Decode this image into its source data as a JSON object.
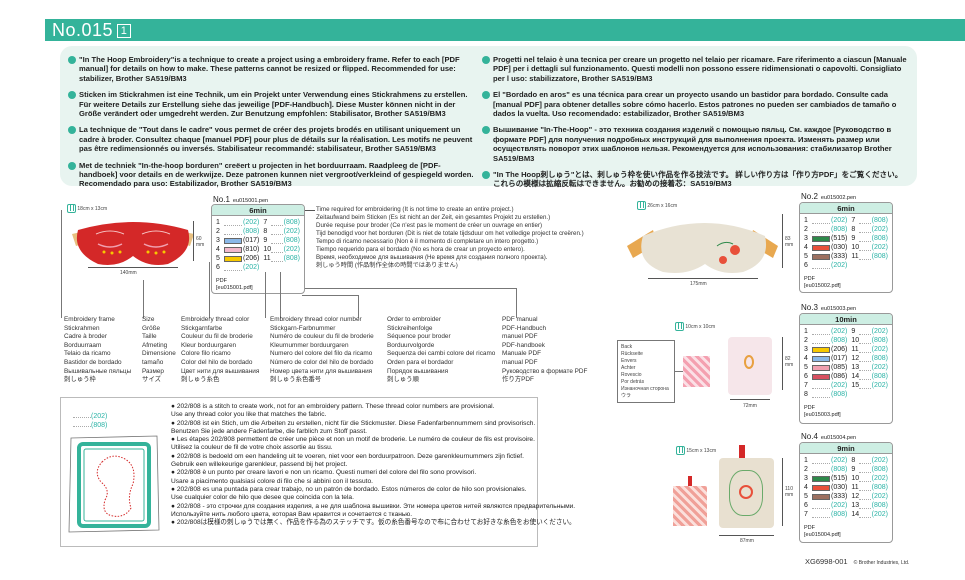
{
  "header": {
    "title": "No.015",
    "page_badge": "1"
  },
  "intro": {
    "left": [
      "\"In The Hoop Embroidery\"is a technique to create a project using a embroidery frame. Refer to each [PDF manual] for details on how to make. These patterns cannot be resized or flipped. Recommended for use: stabilizer, Brother SA519/BM3",
      "Sticken im Stickrahmen ist eine Technik, um ein Projekt unter Verwendung eines Stickrahmens zu erstellen. Für weitere Details zur Erstellung siehe das jeweilige [PDF-Handbuch]. Diese Muster können nicht in der Größe verändert oder umgedreht werden. Zur Benutzung empfohlen: Stabilisator, Brother SA519/BM3",
      "La technique de \"Tout dans le cadre\" vous permet de créer des projets brodés en utilisant uniquement un cadre à broder. Consultez chaque [manuel PDF] pour plus de détails sur la réalisation. Les motifs ne peuvent pas être redimensionnés ou inversés. Stabilisateur recommandé: stabilisateur, Brother SA519/BM3",
      "Met de techniek \"In-the-hoop borduren\" creëert u projecten in het borduurraam. Raadpleeg de [PDF-handboek] voor details en de werkwijze. Deze patronen kunnen niet vergroot/verkleind of gespiegeld worden. Recomendado para uso: Estabilizador, Brother SA519/BM3"
    ],
    "right": [
      "Progetti nel telaio è una tecnica per creare un progetto nel telaio per ricamare. Fare riferimento a ciascun [Manuale PDF] per i dettagli sul funzionamento. Questi modelli non possono essere ridimensionati o capovolti. Consigliato per l uso: stabilizzatore, Brother SA519/BM3",
      "El \"Bordado en aros\" es una técnica para crear un proyecto usando un bastidor para bordado. Consulte cada [manual PDF] para obtener detalles sobre cómo hacerlo. Estos patrones no pueden ser cambiados de tamaño o dados la vuelta. Uso recomendado: estabilizador, Brother SA519/BM3",
      "Вышивание \"In-The-Hoop\" - это техника создания изделий с помощью пяльц. См. каждое [Руководство в формате PDF] для получения подробных инструкций для выполнения проекта. Изменять размер или осуществлять поворот этих шаблонов нельзя. Рекомендуется для использования: стабилизатор Brother SA519/BM3",
      "\"In The Hoop刺しゅう\"とは、刺しゅう枠を使い作品を作る技法です。 詳しい作り方は「作り方PDF」をご覧ください。 これらの模様は拡縮反転はできません。お勧めの接着芯：SA519/BM3"
    ]
  },
  "designs": [
    {
      "no": "No.1",
      "file": "eu015001.pen",
      "time": "6min",
      "frame": "18cm x 13cm",
      "width": "140mm",
      "height": "60 mm",
      "pdf_label": "PDF",
      "pdf": "[eu015001.pdf]",
      "colors": [
        {
          "n": "1",
          "code": "(202)",
          "teal": true
        },
        {
          "n": "2",
          "code": "(808)",
          "teal": true
        },
        {
          "n": "3",
          "code": "(017)",
          "swatch": "#8ab8e8"
        },
        {
          "n": "4",
          "code": "(810)",
          "swatch": "#f2b8cc"
        },
        {
          "n": "5",
          "code": "(206)",
          "swatch": "#f7c800"
        },
        {
          "n": "6",
          "code": "(202)",
          "teal": true
        },
        {
          "n": "7",
          "code": "(808)",
          "teal": true
        },
        {
          "n": "8",
          "code": "(202)",
          "teal": true
        },
        {
          "n": "9",
          "code": "(808)",
          "teal": true
        },
        {
          "n": "10",
          "code": "(202)",
          "teal": true
        },
        {
          "n": "11",
          "code": "(808)",
          "teal": true
        }
      ]
    },
    {
      "no": "No.2",
      "file": "eu015002.pen",
      "time": "6min",
      "frame": "26cm x 16cm",
      "width": "175mm",
      "height": "83 mm",
      "pdf_label": "PDF",
      "pdf": "[eu015002.pdf]",
      "colors": [
        {
          "n": "1",
          "code": "(202)",
          "teal": true
        },
        {
          "n": "2",
          "code": "(808)",
          "teal": true
        },
        {
          "n": "3",
          "code": "(515)",
          "swatch": "#2e8a4a"
        },
        {
          "n": "4",
          "code": "(030)",
          "swatch": "#e8503a"
        },
        {
          "n": "5",
          "code": "(333)",
          "swatch": "#9c7060"
        },
        {
          "n": "6",
          "code": "(202)",
          "teal": true
        },
        {
          "n": "7",
          "code": "(808)",
          "teal": true
        },
        {
          "n": "8",
          "code": "(202)",
          "teal": true
        },
        {
          "n": "9",
          "code": "(808)",
          "teal": true
        },
        {
          "n": "10",
          "code": "(202)",
          "teal": true
        },
        {
          "n": "11",
          "code": "(808)",
          "teal": true
        }
      ]
    },
    {
      "no": "No.3",
      "file": "eu015003.pen",
      "time": "10min",
      "frame": "10cm x 10cm",
      "width": "72mm",
      "height": "82 mm",
      "pdf_label": "PDF",
      "pdf": "[eu015003.pdf]",
      "colors": [
        {
          "n": "1",
          "code": "(202)",
          "teal": true
        },
        {
          "n": "2",
          "code": "(808)",
          "teal": true
        },
        {
          "n": "3",
          "code": "(206)",
          "swatch": "#f7c800"
        },
        {
          "n": "4",
          "code": "(017)",
          "swatch": "#8ab8e8"
        },
        {
          "n": "5",
          "code": "(085)",
          "swatch": "#f0a0b0"
        },
        {
          "n": "6",
          "code": "(086)",
          "swatch": "#d85060"
        },
        {
          "n": "7",
          "code": "(202)",
          "teal": true
        },
        {
          "n": "8",
          "code": "(808)",
          "teal": true
        },
        {
          "n": "9",
          "code": "(202)",
          "teal": true
        },
        {
          "n": "10",
          "code": "(808)",
          "teal": true
        },
        {
          "n": "11",
          "code": "(202)",
          "teal": true
        },
        {
          "n": "12",
          "code": "(808)",
          "teal": true
        },
        {
          "n": "13",
          "code": "(202)",
          "teal": true
        },
        {
          "n": "14",
          "code": "(808)",
          "teal": true
        },
        {
          "n": "15",
          "code": "(202)",
          "teal": true
        }
      ]
    },
    {
      "no": "No.4",
      "file": "eu015004.pen",
      "time": "9min",
      "frame": "15cm x 13cm",
      "width": "87mm",
      "height": "110 mm",
      "pdf_label": "PDF",
      "pdf": "[eu015004.pdf]",
      "colors": [
        {
          "n": "1",
          "code": "(202)",
          "teal": true
        },
        {
          "n": "2",
          "code": "(808)",
          "teal": true
        },
        {
          "n": "3",
          "code": "(515)",
          "swatch": "#2e8a4a"
        },
        {
          "n": "4",
          "code": "(030)",
          "swatch": "#e8503a"
        },
        {
          "n": "5",
          "code": "(333)",
          "swatch": "#9c7060"
        },
        {
          "n": "6",
          "code": "(202)",
          "teal": true
        },
        {
          "n": "7",
          "code": "(808)",
          "teal": true
        },
        {
          "n": "8",
          "code": "(202)",
          "teal": true
        },
        {
          "n": "9",
          "code": "(808)",
          "teal": true
        },
        {
          "n": "10",
          "code": "(202)",
          "teal": true
        },
        {
          "n": "11",
          "code": "(808)",
          "teal": true
        },
        {
          "n": "12",
          "code": "(202)",
          "teal": true
        },
        {
          "n": "13",
          "code": "(808)",
          "teal": true
        },
        {
          "n": "14",
          "code": "(202)",
          "teal": true
        }
      ]
    }
  ],
  "time_note": [
    "Time required for embroidering (It is not time to create an entire project.)",
    "Zeitaufwand beim Sticken (Es ist nicht an der Zeit, ein gesamtes Projekt zu erstellen.)",
    "Durée requise pour broder (Ce n'est pas le moment de créer un ouvrage en entier)",
    "Tijd benodigd voor het borduren (Dit is niet de totale tijdsduur om het volledige project te creëren.)",
    "Tempo di ricamo necessario (Non è il momento di completare un intero progetto.)",
    "Tiempo requerido para el bordado (No es hora de crear un proyecto entero).",
    "Время, необходимое для вышивания (Не время для создания полного проекта).",
    "刺しゅう時間 (作品制作全体の時間ではありません)"
  ],
  "legend": {
    "frame": [
      "Embroidery frame",
      "Stickrahmen",
      "Cadre à broder",
      "Borduurraam",
      "Telaio da ricamo",
      "Bastidor de bordado",
      "Вышивальные пяльцы",
      "刺しゅう枠"
    ],
    "size": [
      "Size",
      "Größe",
      "Taille",
      "Afmeting",
      "Dimensione",
      "tamaño",
      "Размер",
      "サイズ"
    ],
    "thread_color": [
      "Embroidery thread color",
      "Stickgarnfarbe",
      "Couleur du fil de broderie",
      "Kleur borduurgaren",
      "Colore filo ricamo",
      "Color del hilo de bordado",
      "Цвет нити для вышивания",
      "刺しゅう糸色"
    ],
    "thread_number": [
      "Embroidery thread color number",
      "Stickgarn-Farbnummer",
      "Numéro de couleur du fil de broderie",
      "Kleurnummer borduurgaren",
      "Numero del colore del filo da ricamo",
      "Número de color del hilo de bordado",
      "Номер цвета нити для вышивания",
      "刺しゅう糸色番号"
    ],
    "order": [
      "Order to embroider",
      "Stickreihenfolge",
      "Séquence pour broder",
      "Borduurvolgorde",
      "Sequenza dei cambi colore del ricamo",
      "Orden para el bordador",
      "Порядок вышивания",
      "刺しゅう順"
    ],
    "pdf": [
      "PDF manual",
      "PDF-Handbuch",
      "manuel PDF",
      "PDF-handboek",
      "Manuale PDF",
      "manual PDF",
      "Руководство в формате PDF",
      "作り方PDF"
    ]
  },
  "back_label": [
    "Back",
    "Rückseite",
    "Envers",
    "Achter",
    "Rovescio",
    "Por detrás",
    "Изнаночная сторона",
    "ウラ"
  ],
  "note": {
    "codes": [
      "(202)",
      "(808)"
    ],
    "lines": [
      "● 202/808 is a stitch to create work, not for an embroidery pattern. These thread color numbers are provisional.",
      "   Use any thread color you like that matches the fabric.",
      "● 202/808 ist ein Stich, um die Arbeiten zu erstellen, nicht für die Stickmuster. Diese Fadenfarbennummern sind provisorisch.",
      "   Benutzen Sie jede andere Fadenfarbe, die farblich zum Stoff passt.",
      "● Les étapes 202/808 permettent de créer une pièce et non un motif de broderie. Le numéro de couleur de fils est provisoire.",
      "   Utilisez la couleur de fil de votre choix assortie au tissu.",
      "● 202/808 is bedoeld om een handeling uit te voeren, niet voor een borduurpatroon. Deze garenkleurnummers zijn fictief.",
      "   Gebruik een willekeurige garenkleur, passend bij het project.",
      "● 202/808 è un punto per creare lavori e non un ricamo. Questi numeri del colore del filo sono provvisori.",
      "   Usare a piacimento qualsiasi colore di filo che si abbini con il tessuto.",
      "● 202/808 es una puntada para crear trabajo, no un patrón de bordado. Estos números de color de hilo son provisionales.",
      "   Use cualquier color de hilo que desee que coincida con la tela.",
      "● 202/808 - это строчки для создания изделия, а не для шаблона вышивки. Эти номера цветов нитей являются предварительными.",
      "   Используйте нить любого цвета, которая Вам нравится и сочетается с тканью.",
      "● 202/808は模様の刺しゅうでは無く、作品を作る為のステッチです。仮の糸色番号なので布に合わせてお好きな糸色をお使いください。"
    ]
  },
  "footer": {
    "code": "XG6998-001",
    "copyright": "© Brother Industries, Ltd."
  }
}
